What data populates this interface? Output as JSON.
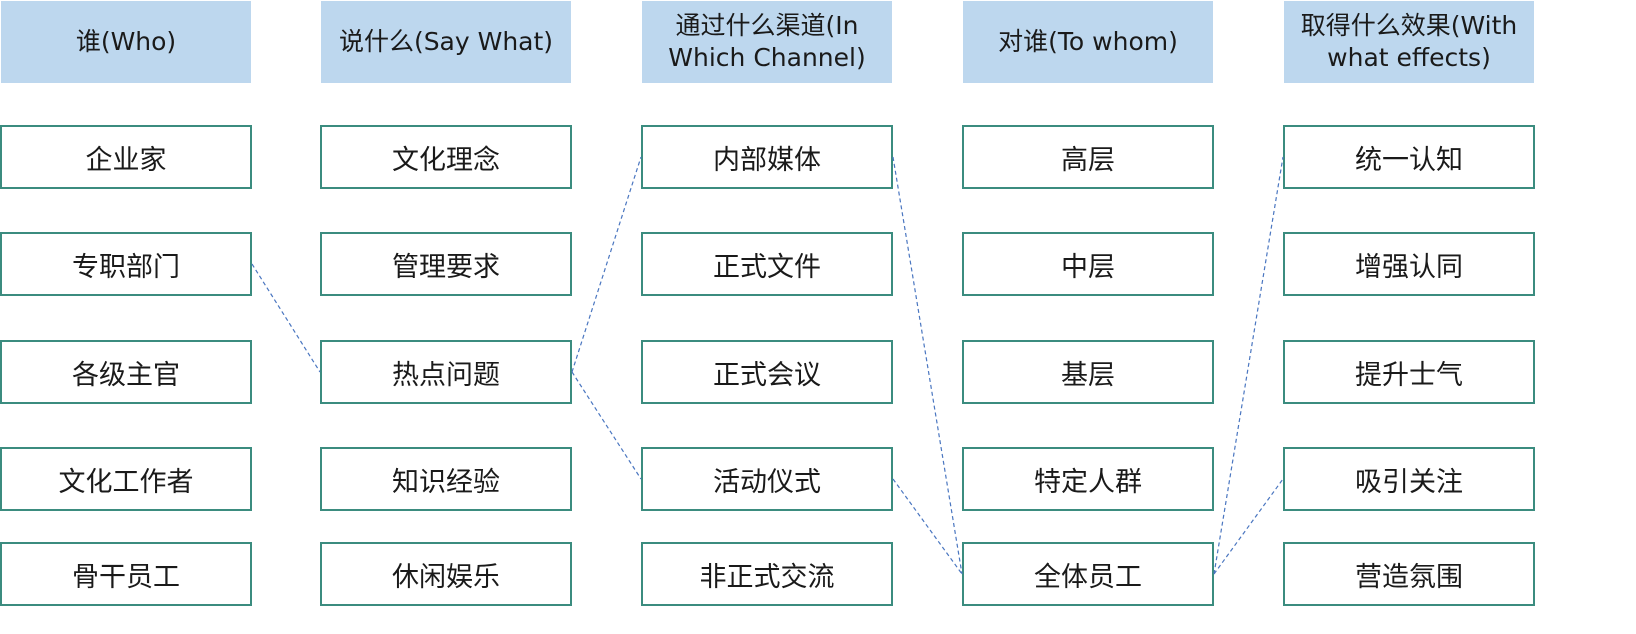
{
  "columns": [
    {
      "header": "谁(Who)",
      "items": [
        "企业家",
        "专职部门",
        "各级主官",
        "文化工作者",
        "骨干员工"
      ]
    },
    {
      "header": "说什么(Say What)",
      "items": [
        "文化理念",
        "管理要求",
        "热点问题",
        "知识经验",
        "休闲娱乐"
      ]
    },
    {
      "header": "通过什么渠道(In Which Channel)",
      "items": [
        "内部媒体",
        "正式文件",
        "正式会议",
        "活动仪式",
        "非正式交流"
      ]
    },
    {
      "header": "对谁(To whom)",
      "items": [
        "高层",
        "中层",
        "基层",
        "特定人群",
        "全体员工"
      ]
    },
    {
      "header": "取得什么效果(With what effects)",
      "items": [
        "统一认知",
        "增强认同",
        "提升士气",
        "吸引关注",
        "营造氛围"
      ]
    }
  ],
  "connections": [
    {
      "from": [
        0,
        1
      ],
      "to": [
        1,
        2
      ]
    },
    {
      "from": [
        1,
        2
      ],
      "to": [
        2,
        0
      ]
    },
    {
      "from": [
        1,
        2
      ],
      "to": [
        2,
        3
      ]
    },
    {
      "from": [
        2,
        0
      ],
      "to": [
        3,
        4
      ]
    },
    {
      "from": [
        2,
        3
      ],
      "to": [
        3,
        4
      ]
    },
    {
      "from": [
        3,
        4
      ],
      "to": [
        4,
        0
      ]
    },
    {
      "from": [
        3,
        4
      ],
      "to": [
        4,
        3
      ]
    }
  ],
  "colors": {
    "header_fill": "#bdd7ee",
    "node_border": "#3b8c7f",
    "connector": "#4a76c0"
  }
}
